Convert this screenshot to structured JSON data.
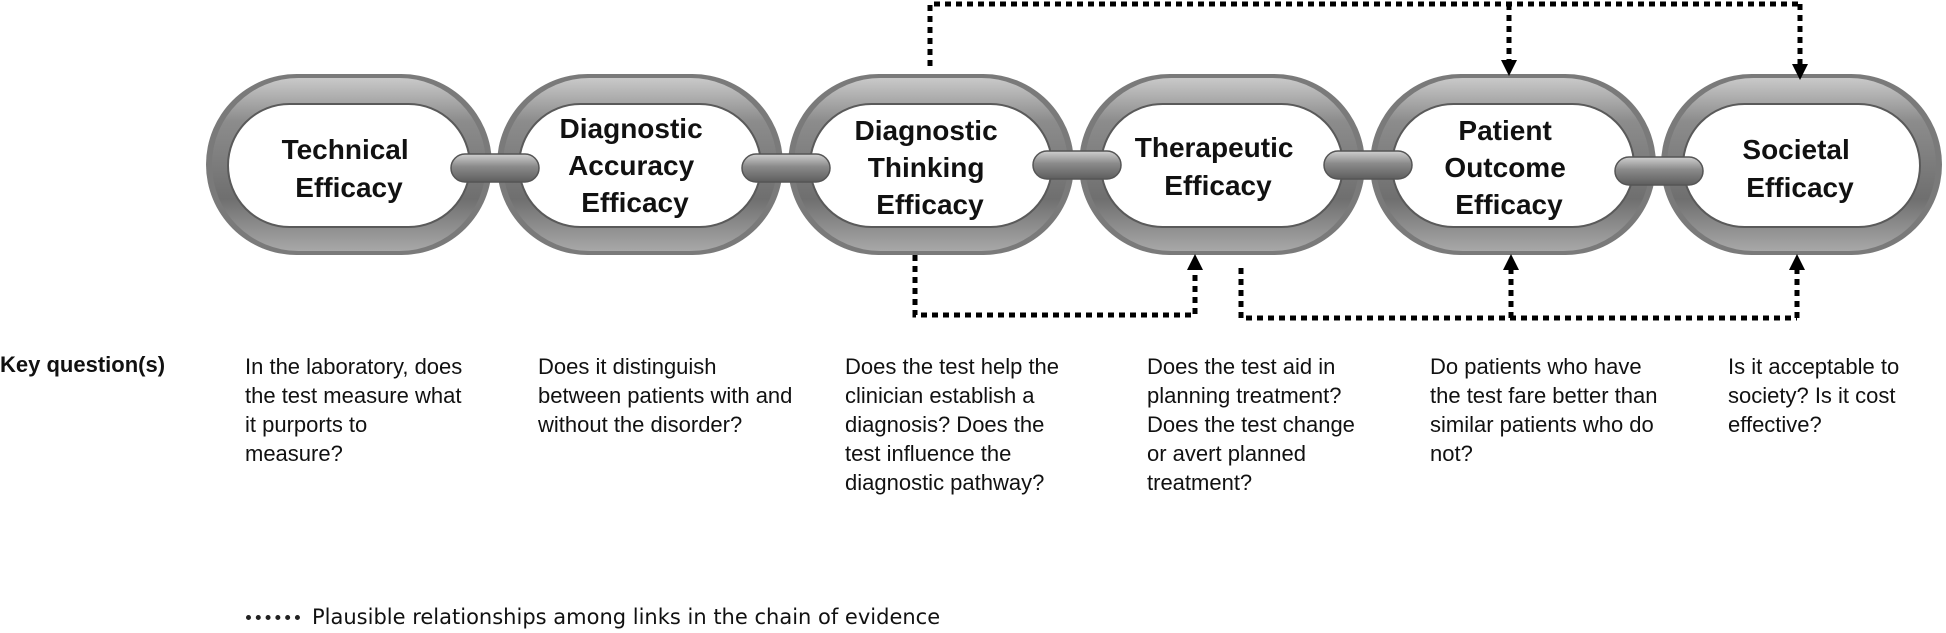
{
  "links": [
    {
      "title_lines": [
        "Technical",
        "Efficacy"
      ]
    },
    {
      "title_lines": [
        "Diagnostic",
        "Accuracy",
        "Efficacy"
      ]
    },
    {
      "title_lines": [
        "Diagnostic",
        "Thinking",
        "Efficacy"
      ]
    },
    {
      "title_lines": [
        "Therapeutic",
        "Efficacy"
      ]
    },
    {
      "title_lines": [
        "Patient",
        "Outcome",
        "Efficacy"
      ]
    },
    {
      "title_lines": [
        "Societal",
        "Efficacy"
      ]
    }
  ],
  "key_label": "Key question(s)",
  "questions": [
    "In the laboratory, does the test measure what it purports to measure?",
    "Does it distinguish between patients with and without the disorder?",
    "Does the test help the clinician establish a diagnosis? Does the test influence the diagnostic pathway?",
    "Does the test aid in planning treatment? Does the test change or avert planned treatment?",
    "Do patients who have the test fare better than similar patients who do not?",
    "Is it acceptable to society? Is it cost effective?"
  ],
  "legend": {
    "text": "Plausible relationships among links in the chain of evidence"
  }
}
